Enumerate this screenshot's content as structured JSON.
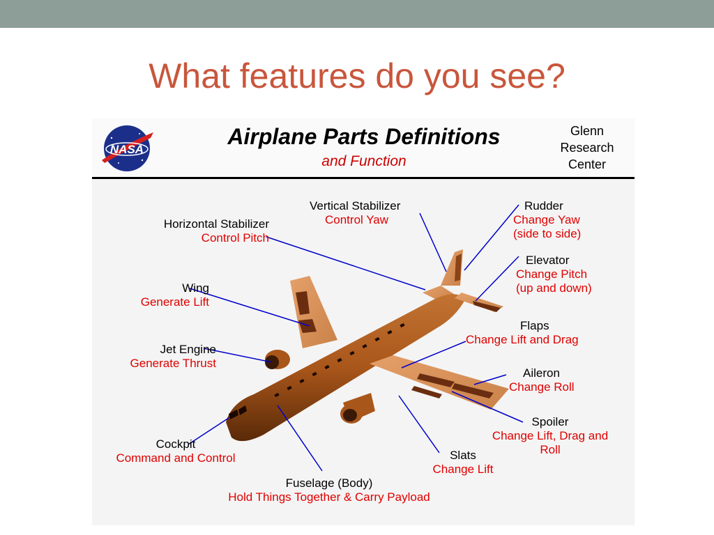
{
  "slide": {
    "title": "What features do you see?"
  },
  "figure": {
    "title": "Airplane  Parts  Definitions",
    "subtitle": "and  Function",
    "logo_text": "NASA",
    "center": [
      "Glenn",
      "Research",
      "Center"
    ],
    "parts": [
      {
        "name": "Horizontal  Stabilizer",
        "function": "Control  Pitch"
      },
      {
        "name": "Vertical  Stabilizer",
        "function": "Control  Yaw"
      },
      {
        "name": "Rudder",
        "function": "Change  Yaw",
        "function2": "(side to side)"
      },
      {
        "name": "Elevator",
        "function": "Change  Pitch",
        "function2": "(up  and  down)"
      },
      {
        "name": "Wing",
        "function": "Generate  Lift"
      },
      {
        "name": "Jet  Engine",
        "function": "Generate  Thrust"
      },
      {
        "name": "Flaps",
        "function": "Change  Lift  and  Drag"
      },
      {
        "name": "Aileron",
        "function": "Change  Roll"
      },
      {
        "name": "Spoiler",
        "function": "Change  Lift, Drag  and",
        "function2": "Roll"
      },
      {
        "name": "Slats",
        "function": "Change  Lift"
      },
      {
        "name": "Cockpit",
        "function": "Command  and  Control"
      },
      {
        "name": "Fuselage  (Body)",
        "function": "Hold  Things Together  &  Carry  Payload"
      }
    ],
    "colors": {
      "label_name": "#000000",
      "label_function": "#e00000",
      "leader_line": "#0000cc",
      "airframe": "#b8651f",
      "title_accent": "#c8563c"
    }
  }
}
